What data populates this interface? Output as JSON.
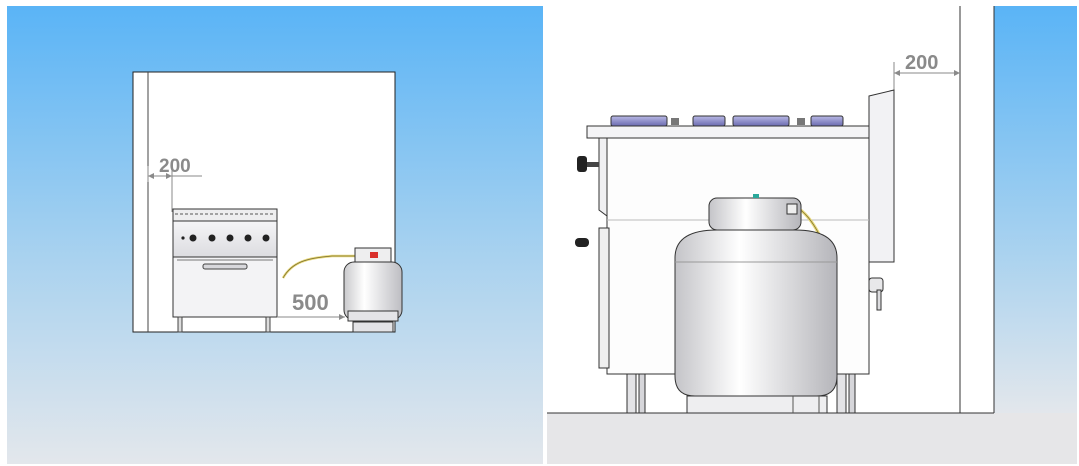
{
  "colors": {
    "sky_top": "#5ab4f6",
    "sky_bottom": "#e3e7ec",
    "wall": "#ffffff",
    "floor": "#e6e6e6",
    "dimension": "#8a8a8a",
    "hose": "#e7d87a",
    "valve": "#d9302b"
  },
  "left_view": {
    "clearance_top": "200",
    "clearance_side": "500"
  },
  "right_view": {
    "clearance_top": "200"
  }
}
